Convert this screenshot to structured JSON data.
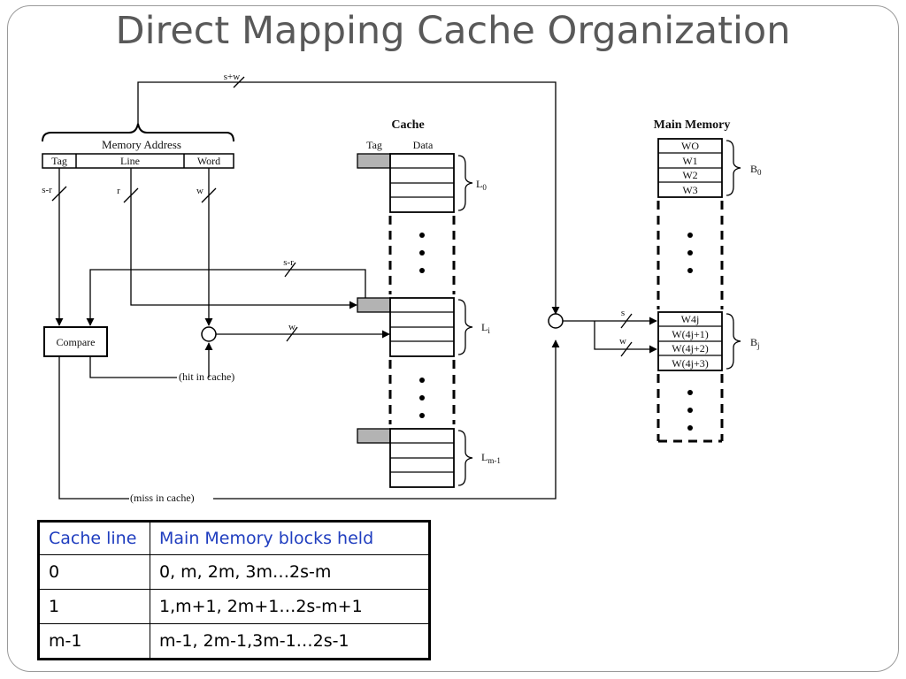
{
  "title": "Direct Mapping Cache Organization",
  "diagram": {
    "bus_top_label": "s+w",
    "memory_address_label": "Memory Address",
    "address_fields": [
      "Tag",
      "Line",
      "Word"
    ],
    "field_widths": [
      "s-r",
      "r",
      "w"
    ],
    "cache_title": "Cache",
    "cache_col_tag": "Tag",
    "cache_col_data": "Data",
    "cache_lines": {
      "l0": "L",
      "l0_sub": "0",
      "li": "L",
      "li_sub": "i",
      "lm": "L",
      "lm_sub": "m-1"
    },
    "tag_bus_label": "s-r",
    "word_bus_label": "w",
    "compare_label": "Compare",
    "hit_label": "(hit in cache)",
    "miss_label": "(miss in cache)",
    "mm_bus_s": "s",
    "mm_bus_w": "w",
    "main_memory_title": "Main Memory",
    "mm_block0_words": [
      "WO",
      "W1",
      "W2",
      "W3"
    ],
    "mm_blockj_words": [
      "W4j",
      "W(4j+1)",
      "W(4j+2)",
      "W(4j+3)"
    ],
    "blocks": {
      "b0": "B",
      "b0_sub": "0",
      "bj": "B",
      "bj_sub": "j"
    }
  },
  "table": {
    "headers": [
      "Cache line",
      "Main Memory blocks held"
    ],
    "rows": [
      [
        "0",
        "0, m, 2m, 3m…2s-m"
      ],
      [
        "1",
        "1,m+1, 2m+1…2s-m+1"
      ],
      [
        "m-1",
        "m-1, 2m-1,3m-1…2s-1"
      ]
    ],
    "header_color": "#1f3dbf"
  }
}
